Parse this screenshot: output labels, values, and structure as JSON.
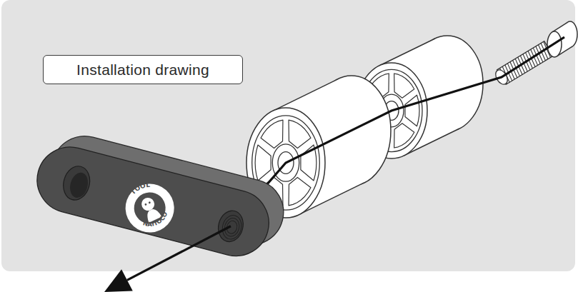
{
  "diagram": {
    "title": "Installation drawing",
    "labels": [
      "NAITOCO",
      "TOOL"
    ]
  }
}
